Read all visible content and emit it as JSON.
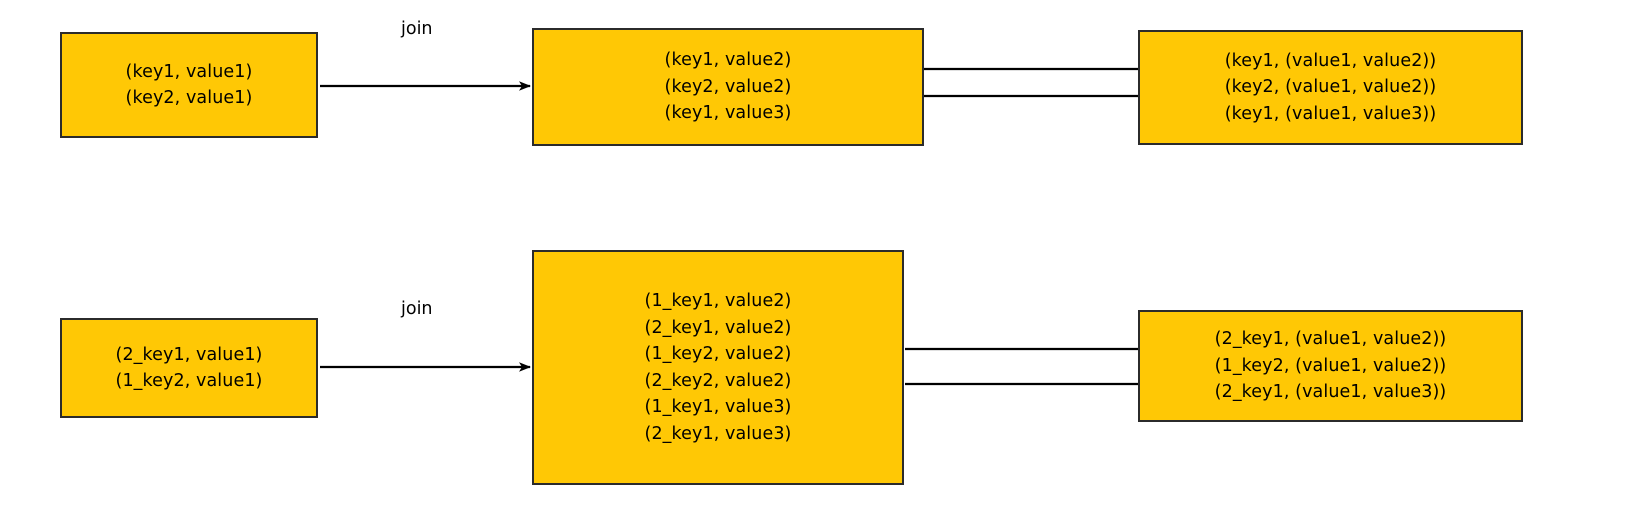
{
  "diagram": {
    "title": "join",
    "colors": {
      "node_fill": "#FFC805",
      "node_border": "#2b2b2b",
      "edge": "#000000",
      "background": "#ffffff",
      "text": "#000000"
    },
    "rows": [
      {
        "id": "row-1",
        "edge_label": "join",
        "nodes": [
          {
            "id": "node-a",
            "lines": [
              "(key1, value1)",
              "(key2, value1)"
            ]
          },
          {
            "id": "node-b",
            "lines": [
              "(key1, value2)",
              "(key2, value2)",
              "(key1, value3)"
            ]
          },
          {
            "id": "node-c",
            "lines": [
              "(key1, (value1, value2))",
              "(key2, (value1, value2))",
              "(key1, (value1, value3))"
            ]
          }
        ]
      },
      {
        "id": "row-2",
        "edge_label": "join",
        "nodes": [
          {
            "id": "node-d",
            "lines": [
              "(2_key1, value1)",
              "(1_key2, value1)"
            ]
          },
          {
            "id": "node-e",
            "lines": [
              "(1_key1, value2)",
              "(2_key1, value2)",
              "(1_key2, value2)",
              "(2_key2, value2)",
              "(1_key1, value3)",
              "(2_key1, value3)"
            ]
          },
          {
            "id": "node-f",
            "lines": [
              "(2_key1, (value1, value2))",
              "(1_key2, (value1, value2))",
              "(2_key1, (value1, value3))"
            ]
          }
        ]
      }
    ]
  }
}
